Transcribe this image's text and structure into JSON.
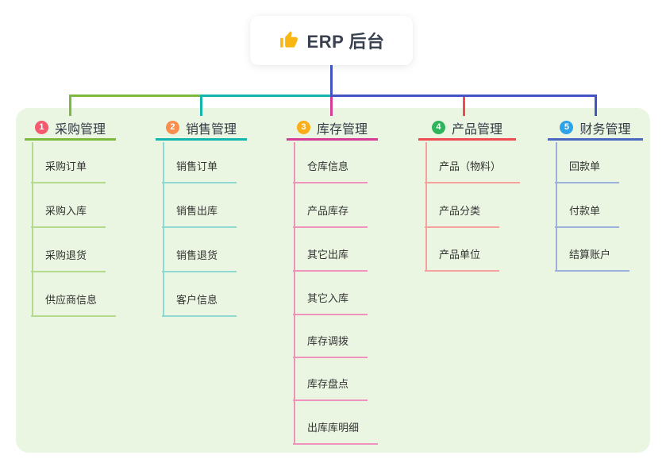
{
  "root": {
    "title": "ERP 后台",
    "icon": "thumbs-up-icon",
    "icon_color": "#f9b613"
  },
  "connector": {
    "trunk_color": "#4355c5"
  },
  "panel_color": "#eaf6e2",
  "branches": [
    {
      "num": "1",
      "label": "采购管理",
      "badge_color": "#f55b6e",
      "line_color": "#7cb93f",
      "light_line_color": "#b3da8e",
      "children": [
        "采购订单",
        "采购入库",
        "采购退货",
        "供应商信息"
      ]
    },
    {
      "num": "2",
      "label": "销售管理",
      "badge_color": "#fb8e4e",
      "line_color": "#13b5ac",
      "light_line_color": "#8fd9d3",
      "children": [
        "销售订单",
        "销售出库",
        "销售退货",
        "客户信息"
      ]
    },
    {
      "num": "3",
      "label": "库存管理",
      "badge_color": "#fbae17",
      "line_color": "#d63b96",
      "light_line_color": "#f191bd",
      "children": [
        "仓库信息",
        "产品库存",
        "其它出库",
        "其它入库",
        "库存调拨",
        "库存盘点",
        "出库库明细"
      ]
    },
    {
      "num": "4",
      "label": "产品管理",
      "badge_color": "#2fb45c",
      "line_color": "#f04b52",
      "light_line_color": "#f7a0a0",
      "children": [
        "产品（物料）",
        "产品分类",
        "产品单位"
      ]
    },
    {
      "num": "5",
      "label": "财务管理",
      "badge_color": "#2fa3e7",
      "line_color": "#4a68c0",
      "light_line_color": "#9cb0de",
      "children": [
        "回款单",
        "付款单",
        "结算账户"
      ]
    }
  ]
}
